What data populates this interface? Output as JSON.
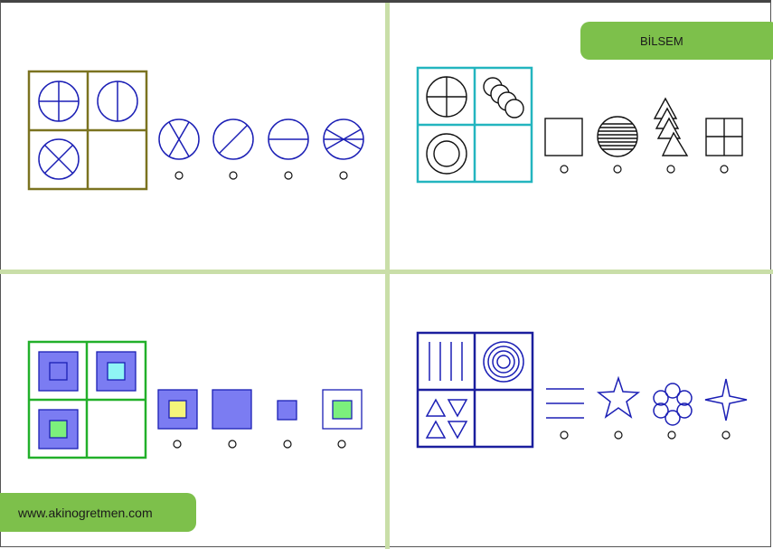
{
  "header_badge": {
    "text": "BİLSEM"
  },
  "footer_badge": {
    "text": "www.akinogretmen.com"
  },
  "puzzles": [
    {
      "id": "top-left",
      "grid_color": "#7b7320",
      "option_count": 4
    },
    {
      "id": "top-right",
      "grid_color": "#23b5bf",
      "option_count": 4
    },
    {
      "id": "bottom-left",
      "grid_color": "#22b02a",
      "option_count": 4
    },
    {
      "id": "bottom-right",
      "grid_color": "#1b1f9e",
      "option_count": 4
    }
  ],
  "colors": {
    "divider": "#c9dea8",
    "badge": "#7dc04b",
    "shape_blue": "#1b1fb5",
    "square_fill": "#7b7cf2",
    "cyan_fill": "#8ff5f5",
    "green_fill": "#7cf07c",
    "yellow_fill": "#f5f57a"
  }
}
